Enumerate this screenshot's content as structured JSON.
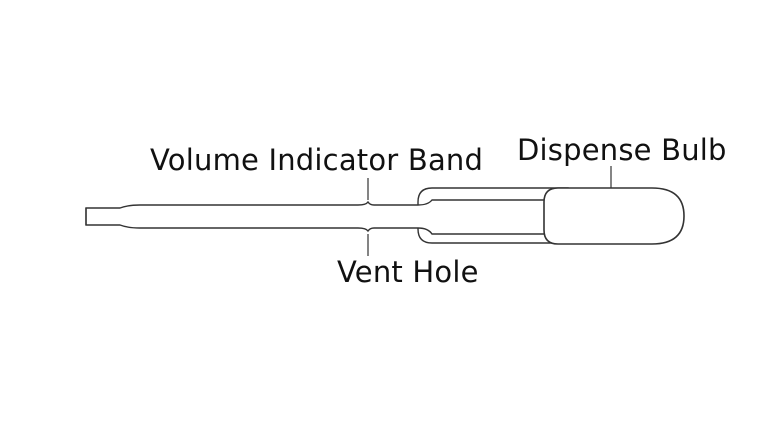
{
  "labels": {
    "volume_indicator_band": "Volume Indicator Band",
    "vent_hole": "Vent Hole",
    "dispense_bulb": "Dispense Bulb"
  },
  "colors": {
    "outline": "#333333",
    "fill": "#ffffff",
    "text": "#111111"
  }
}
